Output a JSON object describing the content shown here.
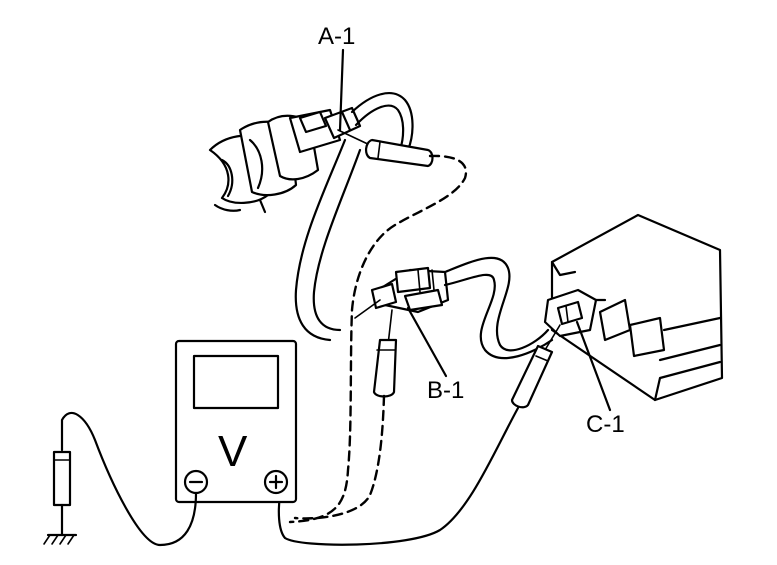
{
  "labels": {
    "a1": "A-1",
    "b1": "B-1",
    "c1": "C-1"
  },
  "meter": {
    "unit_symbol": "V",
    "negative_terminal": "⊖",
    "positive_terminal": "⊕"
  },
  "icons": {
    "ground": "ground-symbol-icon",
    "probe": "probe-icon",
    "voltmeter": "voltmeter-icon"
  },
  "colors": {
    "ink": "#000000",
    "background": "#ffffff"
  }
}
